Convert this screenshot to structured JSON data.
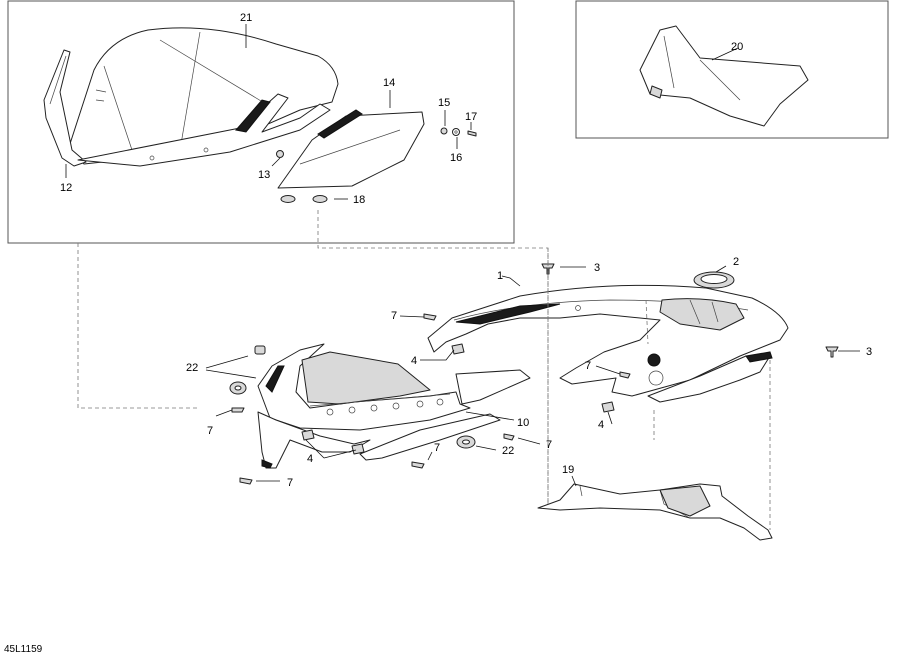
{
  "diagram_code": "45L1159",
  "callouts": {
    "c1": "1",
    "c2": "2",
    "c3a": "3",
    "c3b": "3",
    "c4a": "4",
    "c4b": "4",
    "c4c": "4",
    "c7a": "7",
    "c7b": "7",
    "c7c": "7",
    "c7d": "7",
    "c7e": "7",
    "c7f": "7",
    "c10": "10",
    "c12": "12",
    "c13": "13",
    "c14": "14",
    "c15": "15",
    "c16": "16",
    "c17": "17",
    "c18": "18",
    "c19": "19",
    "c20": "20",
    "c21": "21",
    "c22a": "22",
    "c22b": "22"
  }
}
